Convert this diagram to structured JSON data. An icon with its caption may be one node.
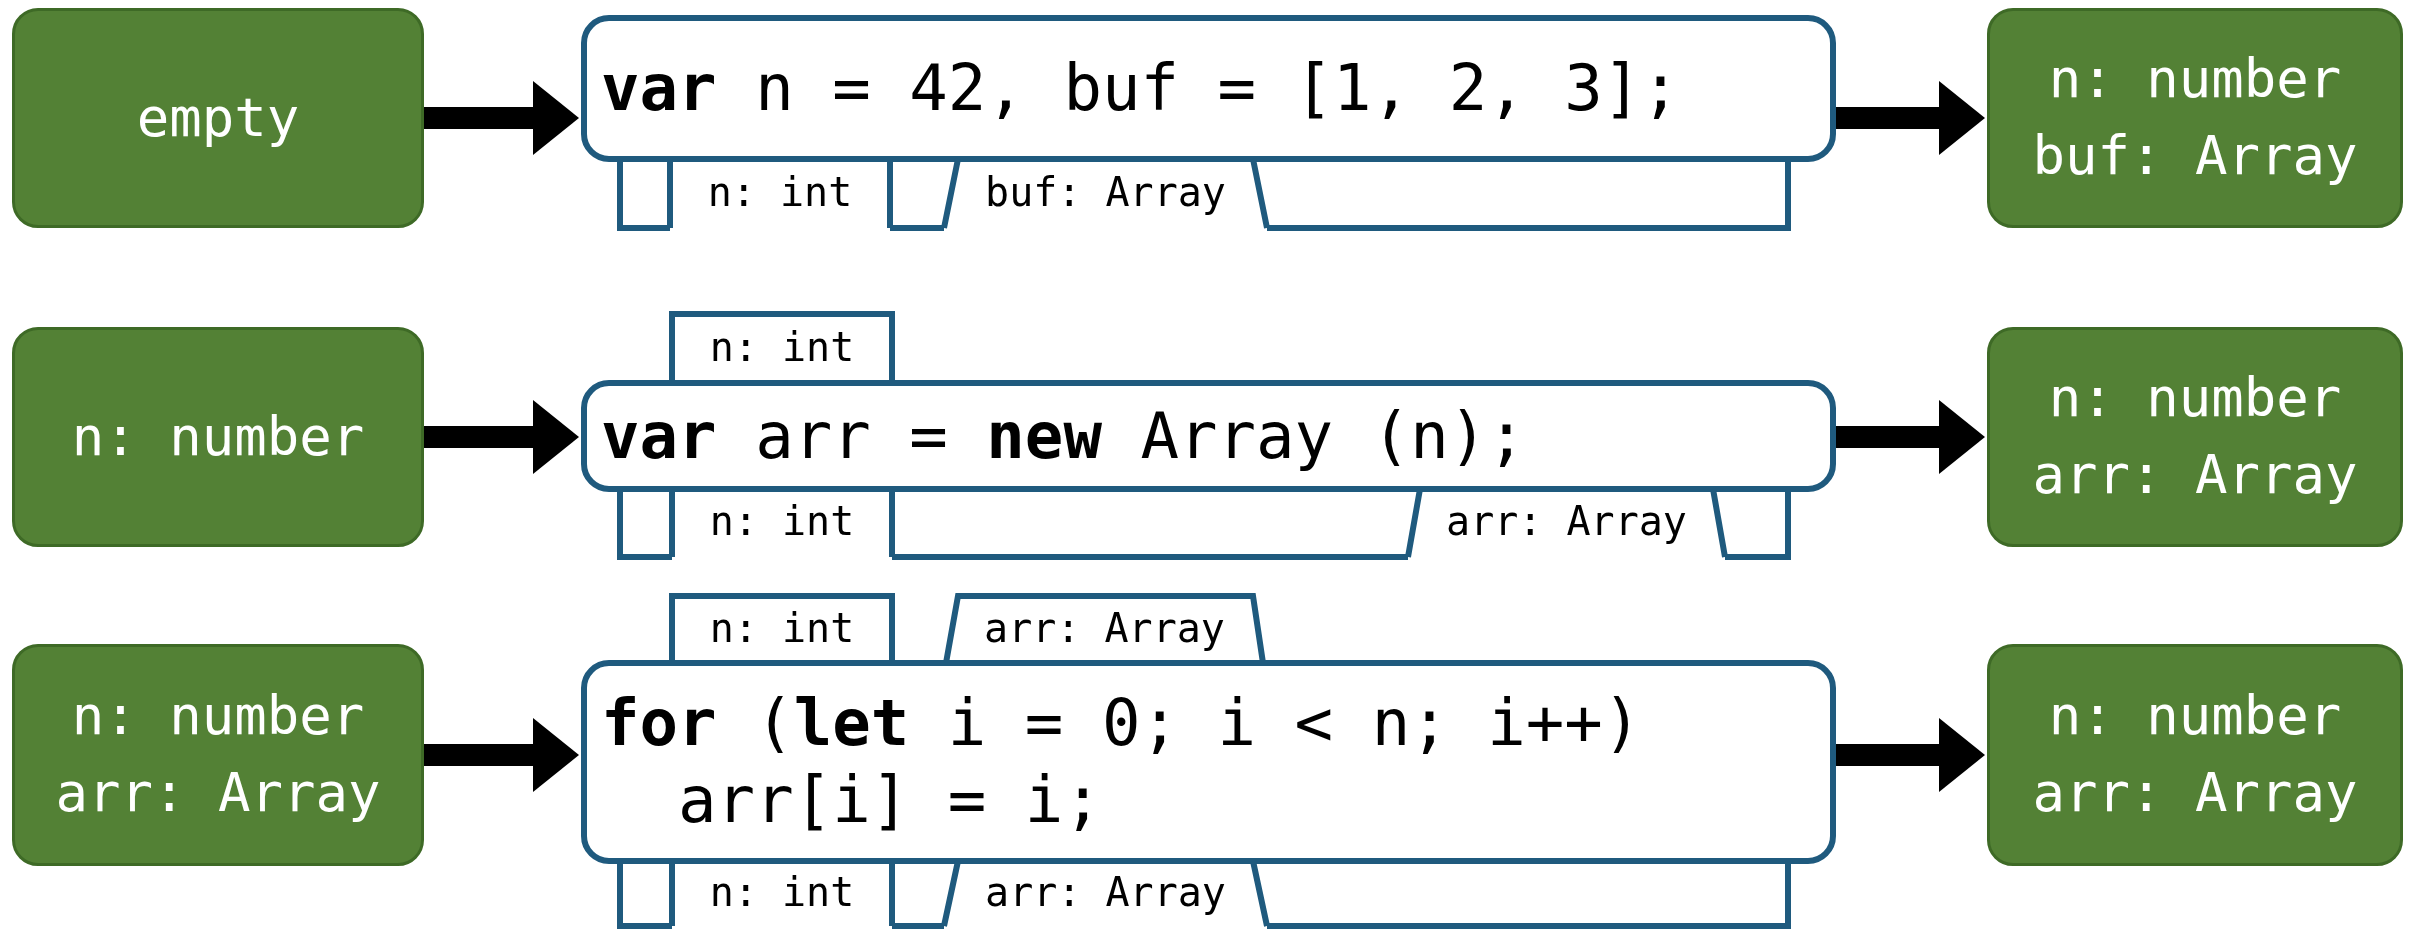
{
  "diagram": {
    "nodes": [
      {
        "text": [
          "empty"
        ]
      },
      {
        "text": [
          "**var** n = 42, buf = [1, 2, 3];"
        ]
      },
      {
        "text": [
          "n: int"
        ]
      },
      {
        "text": [
          "buf: Array"
        ]
      },
      {
        "text": [
          "n: number",
          "buf: Array"
        ]
      },
      {
        "text": [
          "n: number"
        ]
      },
      {
        "text": [
          "n: int"
        ]
      },
      {
        "text": [
          "**var** arr = **new** Array (n);"
        ]
      },
      {
        "text": [
          "n: int"
        ]
      },
      {
        "text": [
          "arr: Array"
        ]
      },
      {
        "text": [
          "n: number",
          "arr: Array"
        ]
      },
      {
        "text": [
          "n: number",
          "arr: Array"
        ]
      },
      {
        "text": [
          "n: int"
        ]
      },
      {
        "text": [
          "arr: Array"
        ]
      },
      {
        "text": [
          "**for** (**let** i = 0; i < n; i++)",
          "arr[i] = i;"
        ]
      },
      {
        "text": [
          "n: int"
        ]
      },
      {
        "text": [
          "arr: Array"
        ]
      },
      {
        "text": [
          "n: number",
          "arr: Array"
        ]
      }
    ],
    "edges": [
      {
        "from": 0,
        "to": 1,
        "arrow": "to"
      },
      {
        "from": 1,
        "to": 4,
        "arrow": "to"
      },
      {
        "from": 5,
        "to": 7,
        "arrow": "to"
      },
      {
        "from": 7,
        "to": 10,
        "arrow": "to"
      },
      {
        "from": 11,
        "to": 14,
        "arrow": "to"
      },
      {
        "from": 14,
        "to": 17,
        "arrow": "to"
      }
    ]
  }
}
